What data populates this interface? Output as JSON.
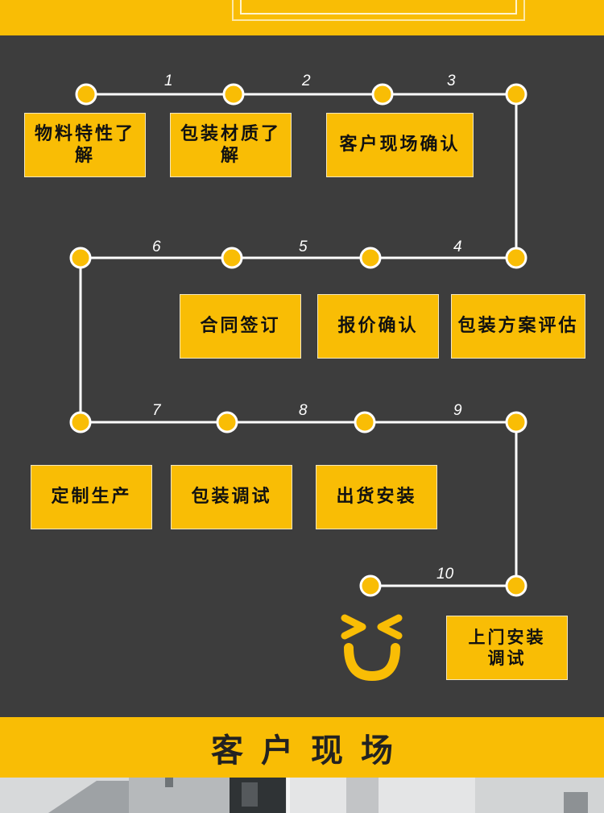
{
  "section_title": "客户现场",
  "steps": [
    {
      "number": "1",
      "label": "物料特性了解"
    },
    {
      "number": "2",
      "label": "包装材质了解"
    },
    {
      "number": "3",
      "label": "客户现场确认"
    },
    {
      "number": "4",
      "label": "包装方案评估"
    },
    {
      "number": "5",
      "label": "报价确认"
    },
    {
      "number": "6",
      "label": "合同签订"
    },
    {
      "number": "7",
      "label": "定制生产"
    },
    {
      "number": "8",
      "label": "包装调试"
    },
    {
      "number": "9",
      "label": "出货安装"
    },
    {
      "number": "10",
      "label": "上门安装调试"
    }
  ],
  "colors": {
    "accent": "#f9bd05",
    "background": "#3d3d3d",
    "line": "#ffffff",
    "text": "#111111"
  },
  "icons": {
    "smiley": "smiley-face-icon"
  }
}
